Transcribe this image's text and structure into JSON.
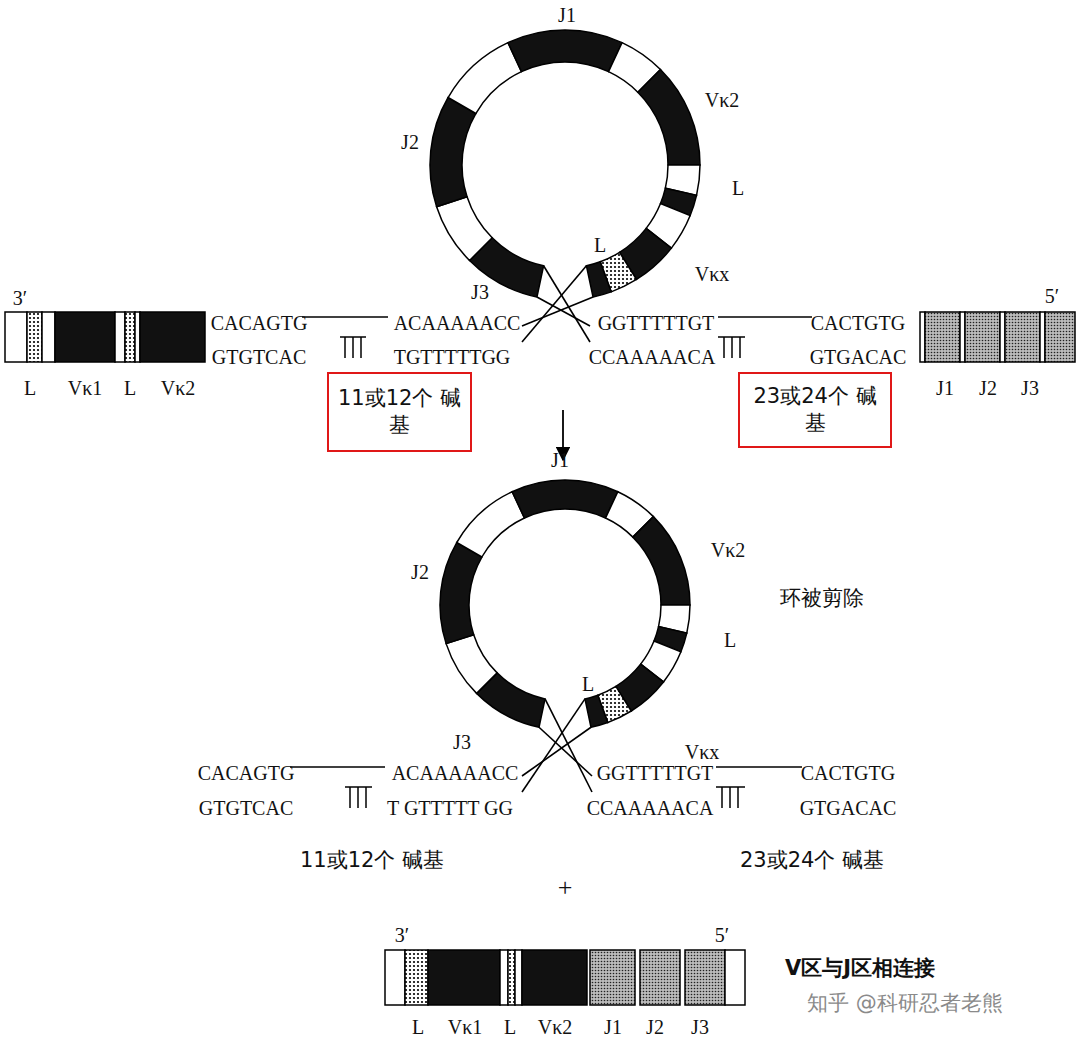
{
  "diagram": {
    "nodes": [
      {
        "text": [
          "11或12个 碱基"
        ]
      },
      {
        "text": [
          "23或24个 碱基"
        ]
      }
    ],
    "labels": [
      "3′",
      "5′",
      "CACAGTG",
      "GTGTCAC",
      "ACAAAAACC",
      "TGTTTTTGG",
      "GGTTTTTGT",
      "CCAAAAACA",
      "CACTGTG",
      "GTGACAC",
      "L",
      "Vκ1",
      "L",
      "Vκ2",
      "J1",
      "J2",
      "J3",
      "J1",
      "Vκ2",
      "L",
      "J2",
      "L",
      "J3",
      "Vκx",
      "J1",
      "Vκ2",
      "环被剪除",
      "L",
      "J2",
      "L",
      "J3",
      "Vκx",
      "CACAGTG",
      "GTGTCAC",
      "ACAAAAACC",
      "T GTTTTT GG",
      "GGTTTTTGT",
      "CCAAAAACA",
      "CACTGTG",
      "GTGACAC",
      "11或12个 碱基",
      "23或24个 碱基",
      "+",
      "3′",
      "5′",
      "L",
      "Vκ1",
      "L",
      "Vκ2",
      "J1",
      "J2",
      "J3",
      "V区与J区相连接",
      "知乎 @科研忍者老熊"
    ]
  }
}
